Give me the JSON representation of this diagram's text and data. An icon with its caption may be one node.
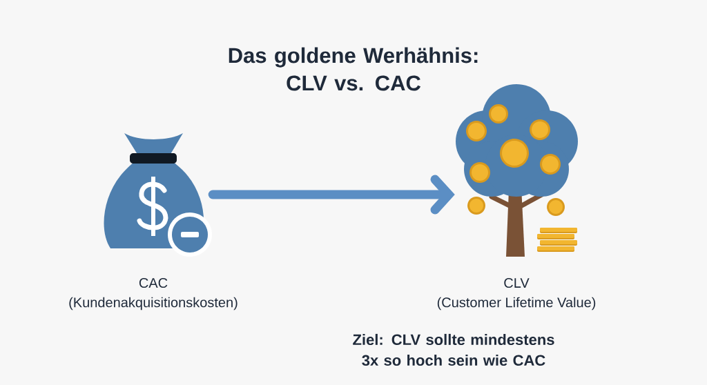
{
  "diagram": {
    "title": "Das goldene Werhähnis: CLV vs. CAC",
    "nodes": [
      {
        "text": [],
        "shape": "picture",
        "beside": [
          "CAC",
          "(Kundenakquisitionskosten)"
        ]
      },
      {
        "text": [],
        "shape": "picture",
        "beside": [
          "CLV",
          "(Customer Lifetime Value)"
        ]
      }
    ],
    "edges": [
      {
        "from": 0,
        "to": 1,
        "arrow": "to"
      }
    ],
    "labels": [
      "Ziel: CLV sollte mindestens 3x so hoch sein wie CAC"
    ]
  }
}
